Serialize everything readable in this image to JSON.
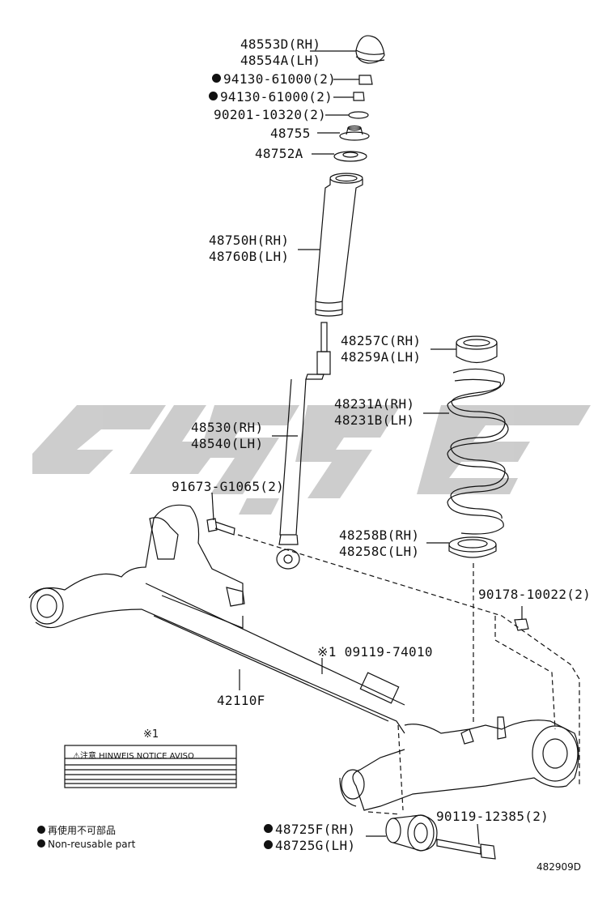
{
  "parts": [
    {
      "id": "bump-stopper",
      "lines": [
        "48553D(RH)",
        "48554A(LH)"
      ],
      "bullet": false
    },
    {
      "id": "nut-1",
      "lines": [
        "94130-61000(2)"
      ],
      "bullet": true
    },
    {
      "id": "nut-2",
      "lines": [
        "94130-61000(2)"
      ],
      "bullet": true
    },
    {
      "id": "washer",
      "lines": [
        "90201-10320(2)"
      ],
      "bullet": false
    },
    {
      "id": "support",
      "lines": [
        "48755"
      ],
      "bullet": false
    },
    {
      "id": "seat",
      "lines": [
        "48752A"
      ],
      "bullet": false
    },
    {
      "id": "dust-boot",
      "lines": [
        "48750H(RH)",
        "48760B(LH)"
      ],
      "bullet": false
    },
    {
      "id": "upper-insulator",
      "lines": [
        "48257C(RH)",
        "48259A(LH)"
      ],
      "bullet": false
    },
    {
      "id": "coil-spring",
      "lines": [
        "48231A(RH)",
        "48231B(LH)"
      ],
      "bullet": false
    },
    {
      "id": "shock-absorber",
      "lines": [
        "48530(RH)",
        "48540(LH)"
      ],
      "bullet": false
    },
    {
      "id": "bolt-upper",
      "lines": [
        "91673-G1065(2)"
      ],
      "bullet": false
    },
    {
      "id": "lower-insulator",
      "lines": [
        "48258B(RH)",
        "48258C(LH)"
      ],
      "bullet": false
    },
    {
      "id": "nut-axle",
      "lines": [
        "90178-10022(2)"
      ],
      "bullet": false
    },
    {
      "id": "label-part",
      "lines": [
        "※1 09119-74010"
      ],
      "bullet": false
    },
    {
      "id": "axle-beam",
      "lines": [
        "42110F"
      ],
      "bullet": false
    },
    {
      "id": "bushing",
      "lines": [
        "48725F(RH)",
        "48725G(LH)"
      ],
      "bullet": true
    },
    {
      "id": "bolt-bushing",
      "lines": [
        "90119-12385(2)"
      ],
      "bullet": false
    }
  ],
  "label_mark": "※1",
  "label_text": "⚠注意 HINWEIS NOTICE AVISO",
  "legend": [
    "再使用不可部品",
    "Non-reusable part"
  ],
  "figure_id": "482909D",
  "colors": {
    "line": "#111111",
    "watermark": "#c8c8c8"
  }
}
